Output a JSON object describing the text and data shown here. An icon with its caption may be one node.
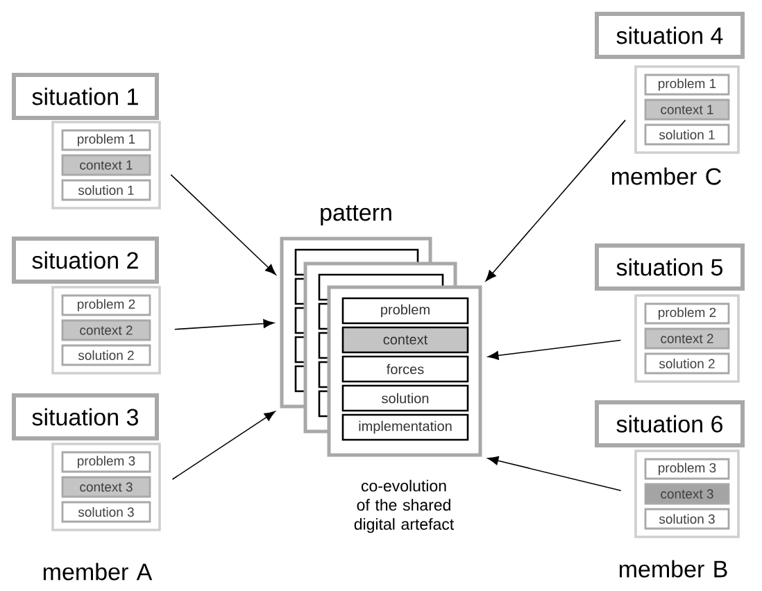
{
  "diagram": {
    "nodes": [
      {
        "text": [
          "situation 1"
        ]
      },
      {
        "text": [],
        "shape": "box"
      },
      {
        "text": [
          "problem 1"
        ],
        "in": 1
      },
      {
        "text": [
          "context 1"
        ],
        "in": 1
      },
      {
        "text": [
          "solution 1"
        ],
        "in": 1
      },
      {
        "text": [
          "situation 2"
        ]
      },
      {
        "text": [],
        "shape": "box"
      },
      {
        "text": [
          "problem 2"
        ],
        "in": 6
      },
      {
        "text": [
          "context 2"
        ],
        "in": 6
      },
      {
        "text": [
          "solution 2"
        ],
        "in": 6
      },
      {
        "text": [
          "situation 3"
        ]
      },
      {
        "text": [],
        "shape": "box"
      },
      {
        "text": [
          "problem 3"
        ],
        "in": 11
      },
      {
        "text": [
          "context 3"
        ],
        "in": 11
      },
      {
        "text": [
          "solution 3"
        ],
        "in": 11
      },
      {
        "text": [
          "pattern"
        ]
      },
      {
        "text": [],
        "shape": "box"
      },
      {
        "text": [],
        "shape": "box"
      },
      {
        "text": [
          "problem"
        ],
        "in": 17
      },
      {
        "text": [
          "context"
        ],
        "in": 17
      },
      {
        "text": [
          "forces"
        ],
        "in": 17
      },
      {
        "text": [
          "solution"
        ],
        "in": 17
      },
      {
        "text": [
          "implementation"
        ],
        "in": 17
      },
      {
        "text": [
          "situation 4"
        ]
      },
      {
        "text": [],
        "shape": "box"
      },
      {
        "text": [
          "problem 1"
        ],
        "in": 24
      },
      {
        "text": [
          "context 1"
        ],
        "in": 24
      },
      {
        "text": [
          "solution 1"
        ],
        "in": 24
      },
      {
        "text": [
          "situation 5"
        ]
      },
      {
        "text": [],
        "shape": "box"
      },
      {
        "text": [
          "problem 2"
        ],
        "in": 29
      },
      {
        "text": [
          "context 2"
        ],
        "in": 29
      },
      {
        "text": [
          "solution 2"
        ],
        "in": 29
      },
      {
        "text": [
          "situation 6"
        ]
      },
      {
        "text": [],
        "shape": "box"
      },
      {
        "text": [
          "problem 3"
        ],
        "in": 34
      },
      {
        "text": [
          "context 3"
        ],
        "in": 34
      },
      {
        "text": [
          "solution 3"
        ],
        "in": 34
      }
    ],
    "edges": [
      {
        "from": 1,
        "to": 15,
        "arrow": "to"
      },
      {
        "from": 6,
        "to": 15,
        "arrow": "to"
      },
      {
        "from": 11,
        "to": 15,
        "arrow": "to"
      },
      {
        "from": 24,
        "to": 17,
        "arrow": "to"
      },
      {
        "from": 29,
        "to": 17,
        "arrow": "to"
      },
      {
        "from": 34,
        "to": 17,
        "arrow": "to"
      }
    ],
    "labels": [
      "member C",
      "co-evolution of the shared digital artefact",
      "member A",
      "member B"
    ]
  }
}
